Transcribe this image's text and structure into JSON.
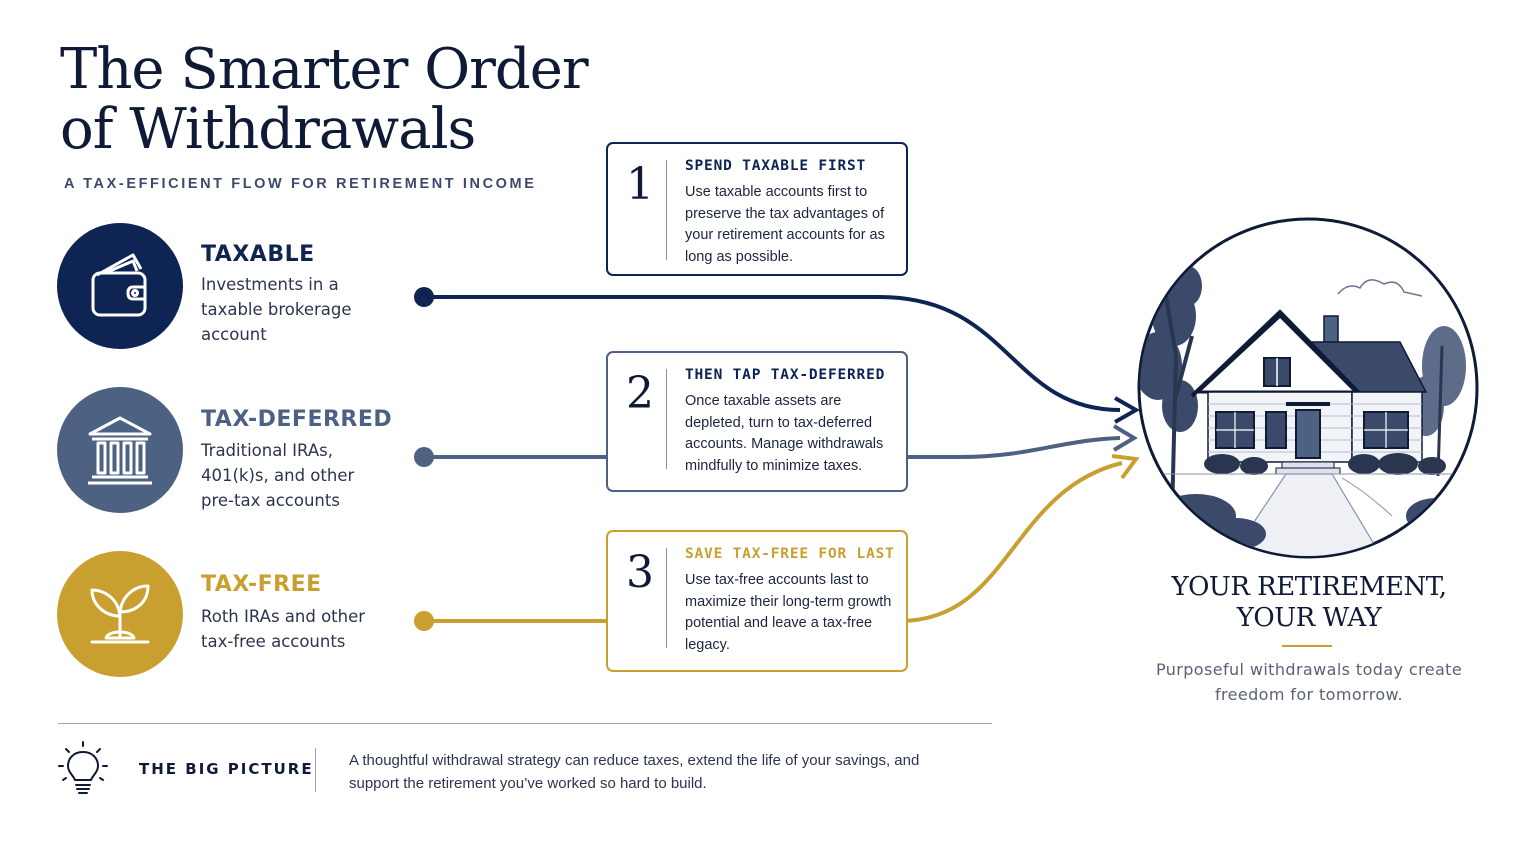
{
  "title": "The Smarter Order of Withdrawals",
  "subtitle": "A TAX-EFFICIENT FLOW FOR RETIREMENT INCOME",
  "categories": [
    {
      "title": "TAXABLE",
      "desc": "Investments in a taxable brokerage account",
      "color": "#0e2452",
      "icon": "wallet-icon"
    },
    {
      "title": "TAX-DEFERRED",
      "desc": "Traditional IRAs, 401(k)s, and other pre-tax accounts",
      "color": "#4d6282",
      "icon": "bank-icon"
    },
    {
      "title": "TAX-FREE",
      "desc": "Roth IRAs and other tax-free accounts",
      "color": "#c9a02f",
      "icon": "sprout-icon"
    }
  ],
  "steps": [
    {
      "number": "1",
      "title": "SPEND TAXABLE FIRST",
      "text": "Use taxable accounts first to preserve the tax advantages of your retirement accounts for as long as possible.",
      "color": "#0e2452"
    },
    {
      "number": "2",
      "title": "THEN TAP TAX-DEFERRED",
      "text": "Once taxable assets are depleted, turn to tax-deferred accounts. Manage withdrawals mindfully to minimize taxes.",
      "color": "#4d6282"
    },
    {
      "number": "3",
      "title": "SAVE TAX-FREE FOR LAST",
      "text": "Use tax-free accounts last to maximize their long-term growth potential and leave a tax-free legacy.",
      "color": "#c9a02f"
    }
  ],
  "retirement": {
    "title": "YOUR RETIREMENT, YOUR WAY",
    "text": "Purposeful withdrawals today create freedom for tomorrow."
  },
  "footer": {
    "label": "THE BIG PICTURE",
    "text": "A thoughtful withdrawal strategy can reduce taxes, extend the life of your savings, and support the retirement you’ve worked so hard to build."
  }
}
